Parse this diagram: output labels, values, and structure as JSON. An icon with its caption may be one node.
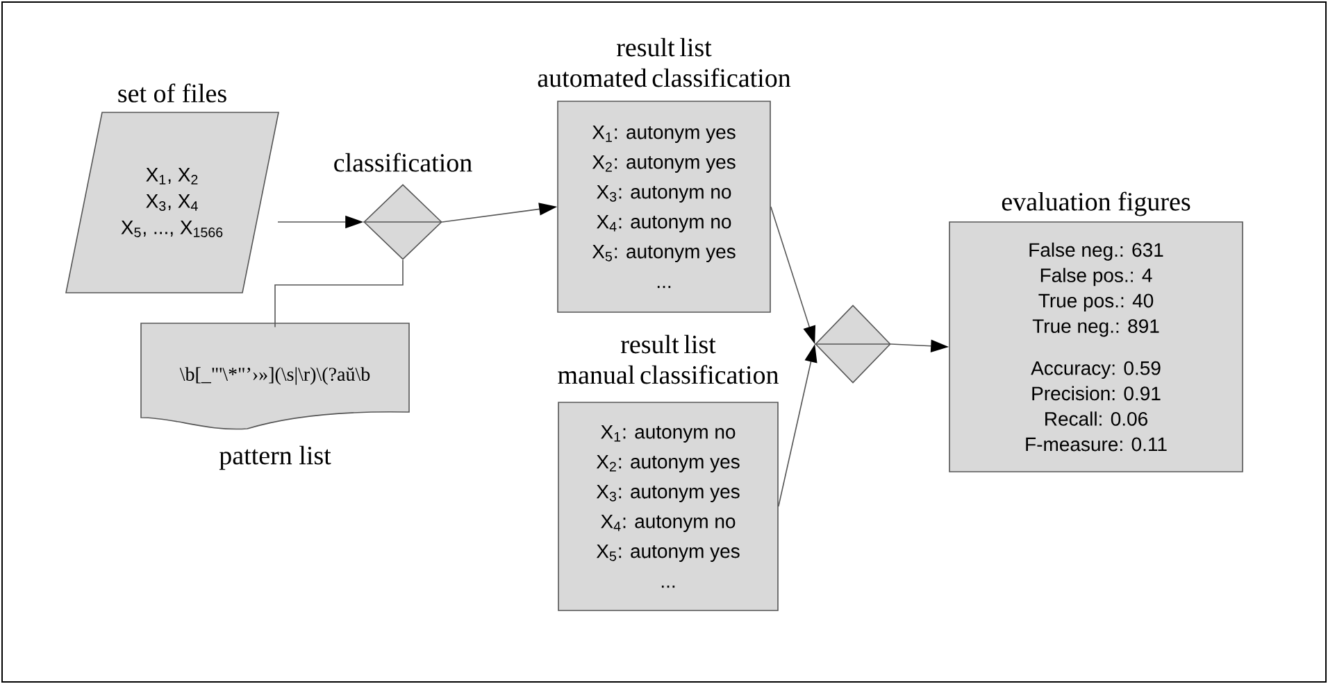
{
  "diagram": {
    "nodes": [
      {
        "text": [
          "set of files",
          "X$_{1}$, X$_{2}$",
          "X$_{3}$, X$_{4}$",
          "X$_{5}$, ..., X$_{1566}$"
        ]
      },
      {
        "text": [
          "classification"
        ]
      },
      {
        "text": [
          "\\b[_\"'\\*\"’›»](\\s|\\r)\\(?aŭ\\b",
          "pattern list"
        ]
      },
      {
        "text": [
          "result list automated classification",
          "X$_{1}$: autonym yes",
          "X$_{2}$: autonym yes",
          "X$_{3}$: autonym no",
          "X$_{4}$: autonym no",
          "X$_{5}$: autonym yes",
          "..."
        ]
      },
      {
        "text": [
          "result list manual classification",
          "X$_{1}$: autonym no",
          "X$_{2}$: autonym yes",
          "X$_{3}$: autonym yes",
          "X$_{4}$: autonym no",
          "X$_{5}$: autonym yes",
          "..."
        ]
      },
      {
        "text": [],
        "shape": "diamond"
      },
      {
        "text": [
          "evaluation figures",
          "False neg.: 631",
          "False pos.: 4",
          "True pos.: 40",
          "True neg.: 891",
          "Accuracy: 0.59",
          "Precision: 0.91",
          "Recall: 0.06",
          "F-measure: 0.11"
        ]
      }
    ],
    "edges": [
      {
        "from": null,
        "to": 1,
        "arrow": "to"
      },
      {
        "from": 1,
        "to": 3,
        "arrow": "to"
      },
      {
        "from": 2,
        "to": 1,
        "arrow": "none"
      },
      {
        "from": 3,
        "to": 5,
        "arrow": "to"
      },
      {
        "from": 4,
        "to": 5,
        "arrow": "to"
      },
      {
        "from": 5,
        "to": 6,
        "arrow": "to"
      }
    ]
  }
}
